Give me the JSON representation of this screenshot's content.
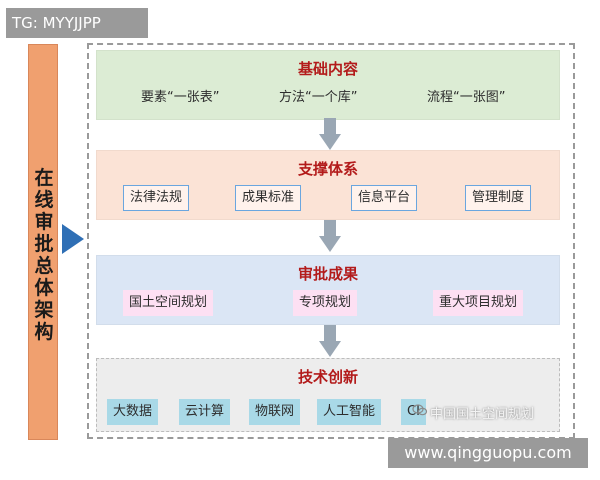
{
  "tag": "TG: MYYJJPP",
  "side_title": "在线审批总体架构",
  "sections": [
    {
      "title": "基础内容",
      "items": [
        "要素“一张表”",
        "方法“一个库”",
        "流程“一张图”"
      ]
    },
    {
      "title": "支撑体系",
      "items": [
        "法律法规",
        "成果标准",
        "信息平台",
        "管理制度"
      ]
    },
    {
      "title": "审批成果",
      "items": [
        "国土空间规划",
        "专项规划",
        "重大项目规划"
      ]
    },
    {
      "title": "技术创新",
      "items": [
        "大数据",
        "云计算",
        "物联网",
        "人工智能",
        "CI"
      ]
    }
  ],
  "watermark": "中国国土空间规划",
  "url": "www.qingguopu.com",
  "colors": {
    "side_bar": "#f0a06f",
    "arrow_blue": "#2f6fb5",
    "title_red": "#b31b1b",
    "section1_bg": "#dcecd4",
    "section2_bg": "#fbe3d6",
    "section3_bg": "#dbe6f5",
    "section4_bg": "#ededed",
    "item3_bg": "#fde0f3",
    "item4_bg": "#a9d9e7"
  }
}
